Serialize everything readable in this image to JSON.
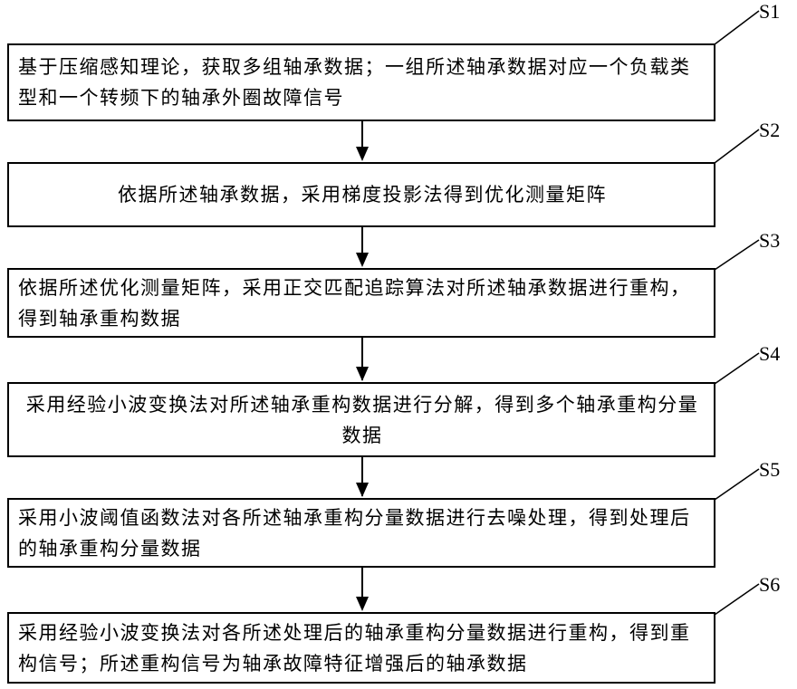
{
  "steps": [
    {
      "label": "S1",
      "text": "基于压缩感知理论，获取多组轴承数据；一组所述轴承数据对应一个负载类型和一个转频下的轴承外圈故障信号"
    },
    {
      "label": "S2",
      "text": "依据所述轴承数据，采用梯度投影法得到优化测量矩阵"
    },
    {
      "label": "S3",
      "text": "依据所述优化测量矩阵，采用正交匹配追踪算法对所述轴承数据进行重构，得到轴承重构数据"
    },
    {
      "label": "S4",
      "text": "采用经验小波变换法对所述轴承重构数据进行分解，得到多个轴承重构分量数据"
    },
    {
      "label": "S5",
      "text": "采用小波阈值函数法对各所述轴承重构分量数据进行去噪处理，得到处理后的轴承重构分量数据"
    },
    {
      "label": "S6",
      "text": "采用经验小波变换法对各所述处理后的轴承重构分量数据进行重构，得到重构信号；所述重构信号为轴承故障特征增强后的轴承数据"
    }
  ]
}
